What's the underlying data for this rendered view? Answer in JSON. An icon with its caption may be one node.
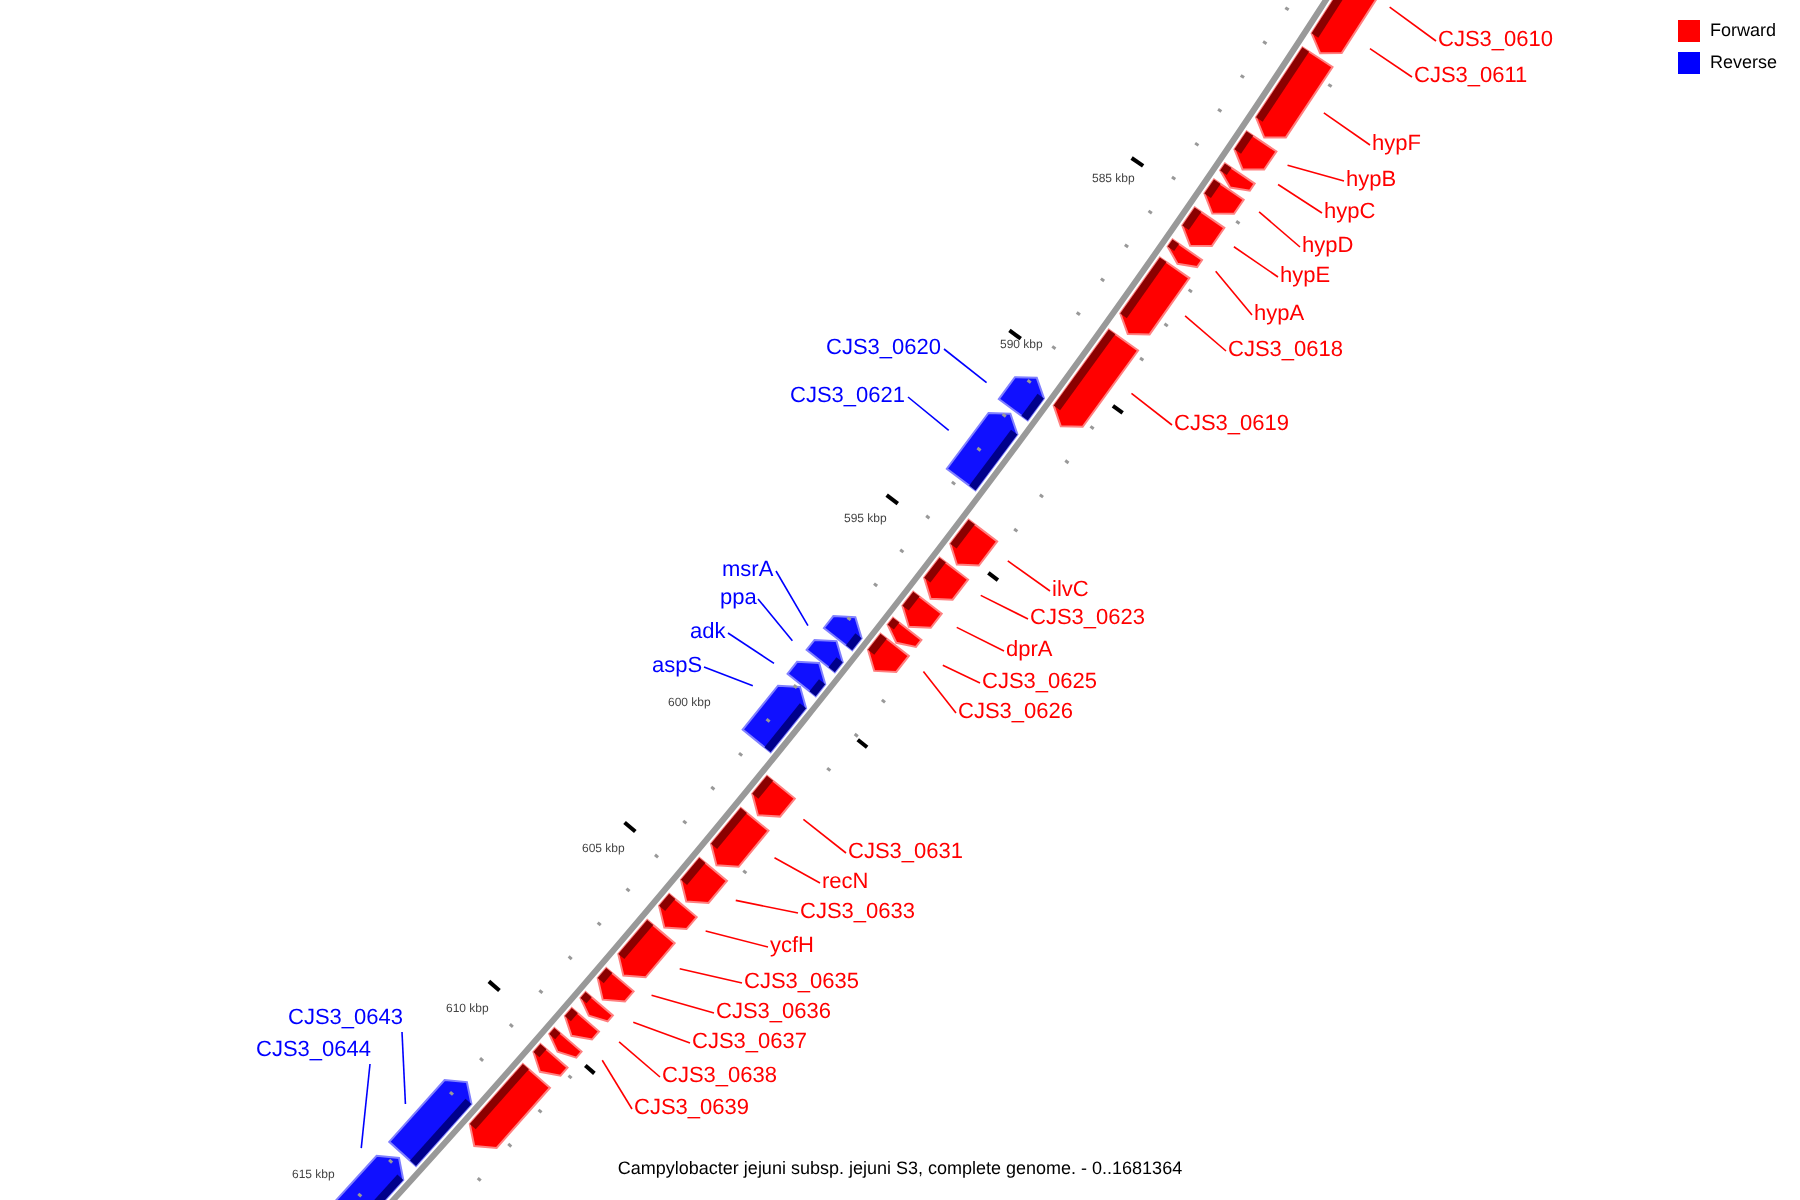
{
  "diagram": {
    "caption": "Campylobacter jejuni subsp. jejuni S3, complete genome. - 0..1681364",
    "nodes": [
      {
        "text": [
          "CJS3_0610"
        ]
      },
      {
        "text": [
          "CJS3_0611"
        ]
      },
      {
        "text": [
          "hypF"
        ]
      },
      {
        "text": [
          "hypB"
        ]
      },
      {
        "text": [
          "hypC"
        ]
      },
      {
        "text": [
          "hypD"
        ]
      },
      {
        "text": [
          "hypE"
        ]
      },
      {
        "text": [
          "hypA"
        ]
      },
      {
        "text": [
          "CJS3_0618"
        ]
      },
      {
        "text": [
          "CJS3_0620"
        ]
      },
      {
        "text": [
          "CJS3_0619"
        ]
      },
      {
        "text": [
          "CJS3_0621"
        ]
      },
      {
        "text": [
          "msrA"
        ]
      },
      {
        "text": [
          "ilvC"
        ]
      },
      {
        "text": [
          "ppa"
        ]
      },
      {
        "text": [
          "CJS3_0623"
        ]
      },
      {
        "text": [
          "adk"
        ]
      },
      {
        "text": [
          "dprA"
        ]
      },
      {
        "text": [
          "aspS"
        ]
      },
      {
        "text": [
          "CJS3_0625"
        ]
      },
      {
        "text": [
          "CJS3_0626"
        ]
      },
      {
        "text": [
          "CJS3_0631"
        ]
      },
      {
        "text": [
          "recN"
        ]
      },
      {
        "text": [
          "CJS3_0633"
        ]
      },
      {
        "text": [
          "ycfH"
        ]
      },
      {
        "text": [
          "CJS3_0635"
        ]
      },
      {
        "text": [
          "CJS3_0636"
        ]
      },
      {
        "text": [
          "CJS3_0643"
        ]
      },
      {
        "text": [
          "CJS3_0637"
        ]
      },
      {
        "text": [
          "CJS3_0644"
        ]
      },
      {
        "text": [
          "CJS3_0638"
        ]
      },
      {
        "text": [
          "CJS3_0639"
        ]
      }
    ],
    "edges": [
      {
        "from": 0,
        "to": null,
        "arrow": "none"
      },
      {
        "from": 1,
        "to": null,
        "arrow": "none"
      },
      {
        "from": 2,
        "to": null,
        "arrow": "none"
      },
      {
        "from": 3,
        "to": null,
        "arrow": "none"
      },
      {
        "from": 4,
        "to": null,
        "arrow": "none"
      },
      {
        "from": 5,
        "to": null,
        "arrow": "none"
      },
      {
        "from": 6,
        "to": null,
        "arrow": "none"
      },
      {
        "from": 7,
        "to": null,
        "arrow": "none"
      },
      {
        "from": 8,
        "to": null,
        "arrow": "none"
      },
      {
        "from": 9,
        "to": null,
        "arrow": "none",
        "color": "#0000ff"
      },
      {
        "from": 10,
        "to": null,
        "arrow": "none"
      },
      {
        "from": 11,
        "to": null,
        "arrow": "none",
        "color": "#0000ff"
      },
      {
        "from": 12,
        "to": null,
        "arrow": "none",
        "color": "#0000ff"
      },
      {
        "from": 13,
        "to": null,
        "arrow": "none"
      },
      {
        "from": 14,
        "to": null,
        "arrow": "none",
        "color": "#0000ff"
      },
      {
        "from": 15,
        "to": null,
        "arrow": "none"
      },
      {
        "from": 16,
        "to": null,
        "arrow": "none",
        "color": "#0000ff"
      },
      {
        "from": 17,
        "to": null,
        "arrow": "none"
      },
      {
        "from": 18,
        "to": null,
        "arrow": "none",
        "color": "#0000ff"
      },
      {
        "from": 19,
        "to": null,
        "arrow": "none"
      },
      {
        "from": 20,
        "to": null,
        "arrow": "none"
      },
      {
        "from": 21,
        "to": null,
        "arrow": "none"
      },
      {
        "from": 22,
        "to": null,
        "arrow": "none"
      },
      {
        "from": 23,
        "to": null,
        "arrow": "none"
      },
      {
        "from": 24,
        "to": null,
        "arrow": "none"
      },
      {
        "from": 25,
        "to": null,
        "arrow": "none"
      },
      {
        "from": 26,
        "to": null,
        "arrow": "none"
      },
      {
        "from": 27,
        "to": null,
        "arrow": "none",
        "color": "#0000ff"
      },
      {
        "from": 28,
        "to": null,
        "arrow": "none"
      },
      {
        "from": 29,
        "to": null,
        "arrow": "none",
        "color": "#0000ff"
      },
      {
        "from": 30,
        "to": null,
        "arrow": "none"
      },
      {
        "from": 31,
        "to": null,
        "arrow": "none"
      }
    ],
    "labels": [
      "585 kbp",
      "590 kbp",
      "595 kbp",
      "600 kbp",
      "605 kbp",
      "610 kbp",
      "615 kbp"
    ],
    "legend": [
      {
        "text": "Forward",
        "color": "#ff0000"
      },
      {
        "text": "Reverse",
        "color": "#0000ff"
      }
    ]
  }
}
